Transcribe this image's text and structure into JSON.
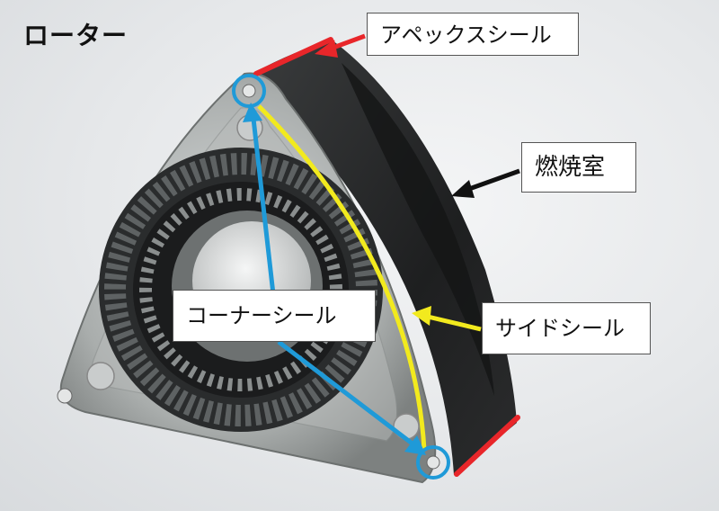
{
  "title": "ローター",
  "labels": {
    "apex_seal": "アペックスシール",
    "combustion_chamber": "燃焼室",
    "corner_seal": "コーナーシール",
    "side_seal": "サイドシール"
  },
  "colors": {
    "apex_seal": "#e8262a",
    "side_seal": "#f2ea1e",
    "corner_seal": "#1f9ad8",
    "combustion_chamber": "#111111"
  }
}
